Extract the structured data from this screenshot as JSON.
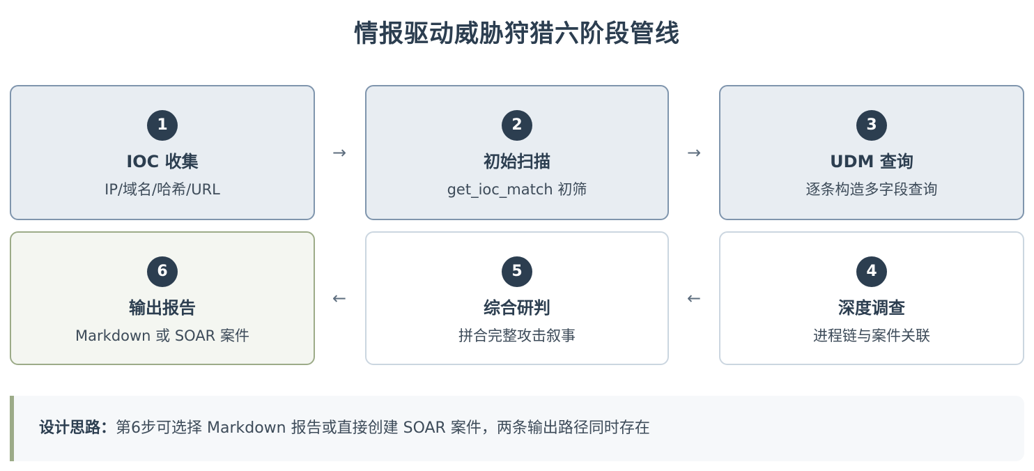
{
  "title": "情报驱动威胁狩猎六阶段管线",
  "steps": [
    {
      "number": "1",
      "title": "IOC 收集",
      "desc": "IP/域名/哈希/URL"
    },
    {
      "number": "2",
      "title": "初始扫描",
      "desc": "get_ioc_match 初筛"
    },
    {
      "number": "3",
      "title": "UDM 查询",
      "desc": "逐条构造多字段查询"
    },
    {
      "number": "4",
      "title": "深度调查",
      "desc": "进程链与案件关联"
    },
    {
      "number": "5",
      "title": "综合研判",
      "desc": "拼合完整攻击叙事"
    },
    {
      "number": "6",
      "title": "输出报告",
      "desc": "Markdown 或 SOAR 案件"
    }
  ],
  "arrows": {
    "right": "→",
    "left": "←"
  },
  "note": {
    "label": "设计思路：",
    "text": "第6步可选择 Markdown 报告或直接创建 SOAR 案件，两条输出路径同时存在"
  },
  "colors": {
    "dark_navy": "#2c3e50",
    "scan_fill": "#e8edf2",
    "scan_border": "#7f95ad",
    "report_fill": "#f4f6f1",
    "report_border": "#9cab88",
    "plain_border": "#cbd6e0"
  }
}
